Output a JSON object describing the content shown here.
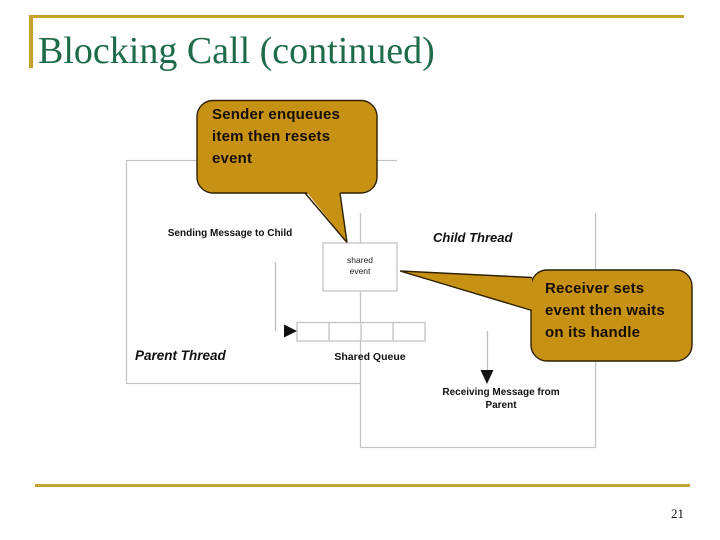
{
  "slide": {
    "title": "Blocking Call (continued)",
    "page_number": "21"
  },
  "colors": {
    "accent_gold_rule": "#C5A22B",
    "title_green": "#1E6B4A",
    "callout_fill": "#C79114",
    "callout_border": "#2E2000",
    "frame_gray": "#C4C4C4"
  },
  "callouts": {
    "sender": {
      "text": "Sender enqueues\nitem then resets\nevent"
    },
    "receiver": {
      "text": "Receiver sets\nevent then waits\non its handle"
    }
  },
  "diagram": {
    "sending_label": "Sending Message to Child",
    "child_thread_label": "Child Thread",
    "parent_thread_label": "Parent Thread",
    "shared_event_label": "shared\nevent",
    "shared_queue_label": "Shared Queue",
    "receiving_label": "Receiving Message from\nParent"
  }
}
